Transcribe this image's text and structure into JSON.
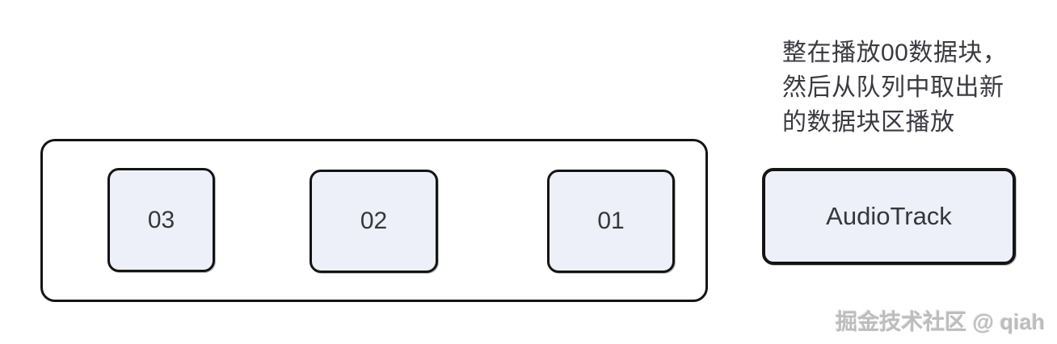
{
  "annotation": {
    "lines": [
      "整在播放00数据块，",
      "然后从队列中取出新",
      "的数据块区播放"
    ]
  },
  "queue": {
    "blocks": [
      {
        "label": "03"
      },
      {
        "label": "02"
      },
      {
        "label": "01"
      }
    ]
  },
  "audio_track": {
    "label": "AudioTrack"
  },
  "watermark": {
    "text": "掘金技术社区 @ qiah"
  },
  "colors": {
    "block_fill": "#edf0f8",
    "border_ink": "#141414",
    "text_ink": "#36363c",
    "watermark_ink": "#bdbdbd"
  }
}
